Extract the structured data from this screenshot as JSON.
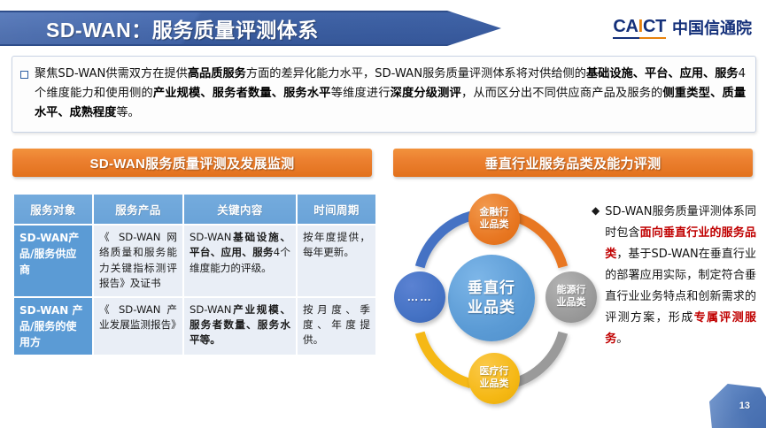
{
  "slide": {
    "page_number": "13"
  },
  "header": {
    "title": "SD-WAN：服务质量评测体系",
    "logo": {
      "mark_part1": "CA",
      "mark_part2": "I",
      "mark_part3": "CT",
      "name_cn": "中国信通院"
    }
  },
  "intro": {
    "bullet_icon": "square-bullet-icon",
    "segments": [
      {
        "text": "聚焦SD-WAN供需双方在提供",
        "bold": false
      },
      {
        "text": "高品质服务",
        "bold": true
      },
      {
        "text": "方面的差异化能力水平，SD-WAN服务质量评测体系将对供给侧的",
        "bold": false
      },
      {
        "text": "基础设施、平台、应用、服务",
        "bold": true
      },
      {
        "text": "4个维度能力和使用侧的",
        "bold": false
      },
      {
        "text": "产业规模、服务者数量、服务水平",
        "bold": true
      },
      {
        "text": "等维度进行",
        "bold": false
      },
      {
        "text": "深度分级测评",
        "bold": true
      },
      {
        "text": "，从而区分出不同供应商产品及服务的",
        "bold": false
      },
      {
        "text": "侧重类型、质量水平、成熟程度",
        "bold": true
      },
      {
        "text": "等。",
        "bold": false
      }
    ]
  },
  "sections": {
    "left_banner": "SD-WAN服务质量评测及发展监测",
    "right_banner": "垂直行业服务品类及能力评测"
  },
  "table": {
    "columns": [
      "服务对象",
      "服务产品",
      "关键内容",
      "时间周期"
    ],
    "rows": [
      {
        "object": "SD-WAN产品/服务供应商",
        "product": "《 SD-WAN 网络质量和服务能力关键指标测评报告》及证书",
        "key_content": [
          {
            "text": "SD-WAN",
            "bold": false
          },
          {
            "text": "基础设施、平台、应用、服务",
            "bold": true
          },
          {
            "text": "4个维度能力的评级。",
            "bold": false
          }
        ],
        "period": "按年度提供，每年更新。"
      },
      {
        "object": "SD-WAN 产品/服务的使用方",
        "product": "《 SD-WAN 产业发展监测报告》",
        "key_content": [
          {
            "text": "SD-WAN",
            "bold": false
          },
          {
            "text": "产业规模、服务者数量、服务水平等。",
            "bold": true
          }
        ],
        "period": "按月度、季度、年度提供。"
      }
    ]
  },
  "diagram": {
    "center": {
      "label": "垂直行\n业品类",
      "color": "#5B9BD5"
    },
    "nodes": [
      {
        "name": "finance",
        "label": "金融行\n业品类",
        "color": "#E87722"
      },
      {
        "name": "energy",
        "label": "能源行\n业品类",
        "color": "#9A9A9A"
      },
      {
        "name": "medical",
        "label": "医疗行\n业品类",
        "color": "#F5B814"
      },
      {
        "name": "more",
        "label": "……",
        "color": "#4472C4"
      }
    ],
    "ring_arcs": [
      {
        "name": "top-left-arc",
        "color": "#4472C4"
      },
      {
        "name": "top-right-arc",
        "color": "#E87722"
      },
      {
        "name": "bottom-right-arc",
        "color": "#9A9A9A"
      },
      {
        "name": "bottom-left-arc",
        "color": "#F5B814"
      }
    ]
  },
  "note": {
    "bullet_icon": "diamond-bullet-icon",
    "segments": [
      {
        "text": "SD-WAN服务质量评测体系同时包含",
        "bold": false
      },
      {
        "text": "面向垂直行业的服务品类",
        "bold": true
      },
      {
        "text": "，基于SD-WAN在垂直行业的部署应用实际，制定符合垂直行业业务特点和创新需求的评测方案，形成",
        "bold": false
      },
      {
        "text": "专属评测服务",
        "bold": true
      },
      {
        "text": "。",
        "bold": false
      }
    ]
  }
}
